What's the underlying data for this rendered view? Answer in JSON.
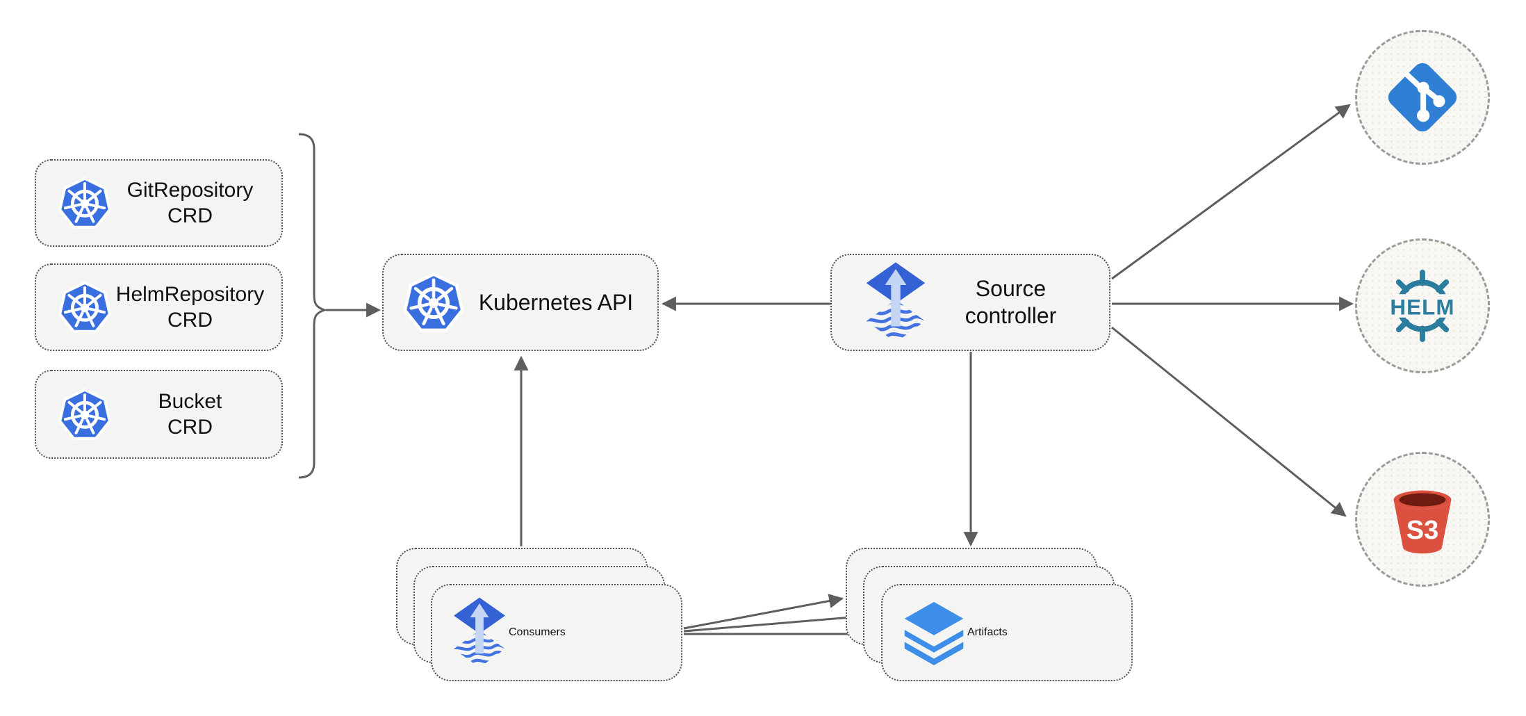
{
  "diagram": {
    "crd_boxes": [
      {
        "id": "gitrepository-crd",
        "line1": "GitRepository",
        "line2": "CRD"
      },
      {
        "id": "helmrepository-crd",
        "line1": "HelmRepository",
        "line2": "CRD"
      },
      {
        "id": "bucket-crd",
        "line1": "Bucket",
        "line2": "CRD"
      }
    ],
    "kubernetes_api": {
      "label": "Kubernetes API"
    },
    "source_controller": {
      "line1": "Source",
      "line2": "controller"
    },
    "consumers": {
      "label": "Consumers"
    },
    "artifacts": {
      "label": "Artifacts"
    },
    "external_sources": [
      {
        "id": "git",
        "icon": "git-icon"
      },
      {
        "id": "helm",
        "icon": "helm-icon",
        "logo_text": "HELM"
      },
      {
        "id": "s3",
        "icon": "s3-bucket-icon",
        "logo_text": "S3"
      }
    ],
    "edges": [
      {
        "from": "crd-group-brace",
        "to": "kubernetes-api"
      },
      {
        "from": "source-controller",
        "to": "kubernetes-api"
      },
      {
        "from": "consumers",
        "to": "kubernetes-api"
      },
      {
        "from": "source-controller",
        "to": "artifacts"
      },
      {
        "from": "source-controller",
        "to": "git"
      },
      {
        "from": "source-controller",
        "to": "helm"
      },
      {
        "from": "source-controller",
        "to": "s3"
      },
      {
        "from": "consumers",
        "to": "artifacts",
        "count": 3
      }
    ],
    "colors": {
      "kubernetes_blue": "#3a6fe0",
      "flux_blue": "#3462d4",
      "flux_arrow_light": "#c5d5f4",
      "flux_wave_blue": "#4273e0",
      "layers_blue": "#3d8ee8",
      "git_blue": "#2f80d4",
      "helm_teal": "#2a7d9e",
      "s3_red": "#dc5040",
      "s3_dark_red": "#701b10",
      "line_gray": "#5e5e5e",
      "node_fill": "#f4f4f2",
      "node_border": "#4f4f4f",
      "circle_border": "#9b9b9b"
    }
  }
}
